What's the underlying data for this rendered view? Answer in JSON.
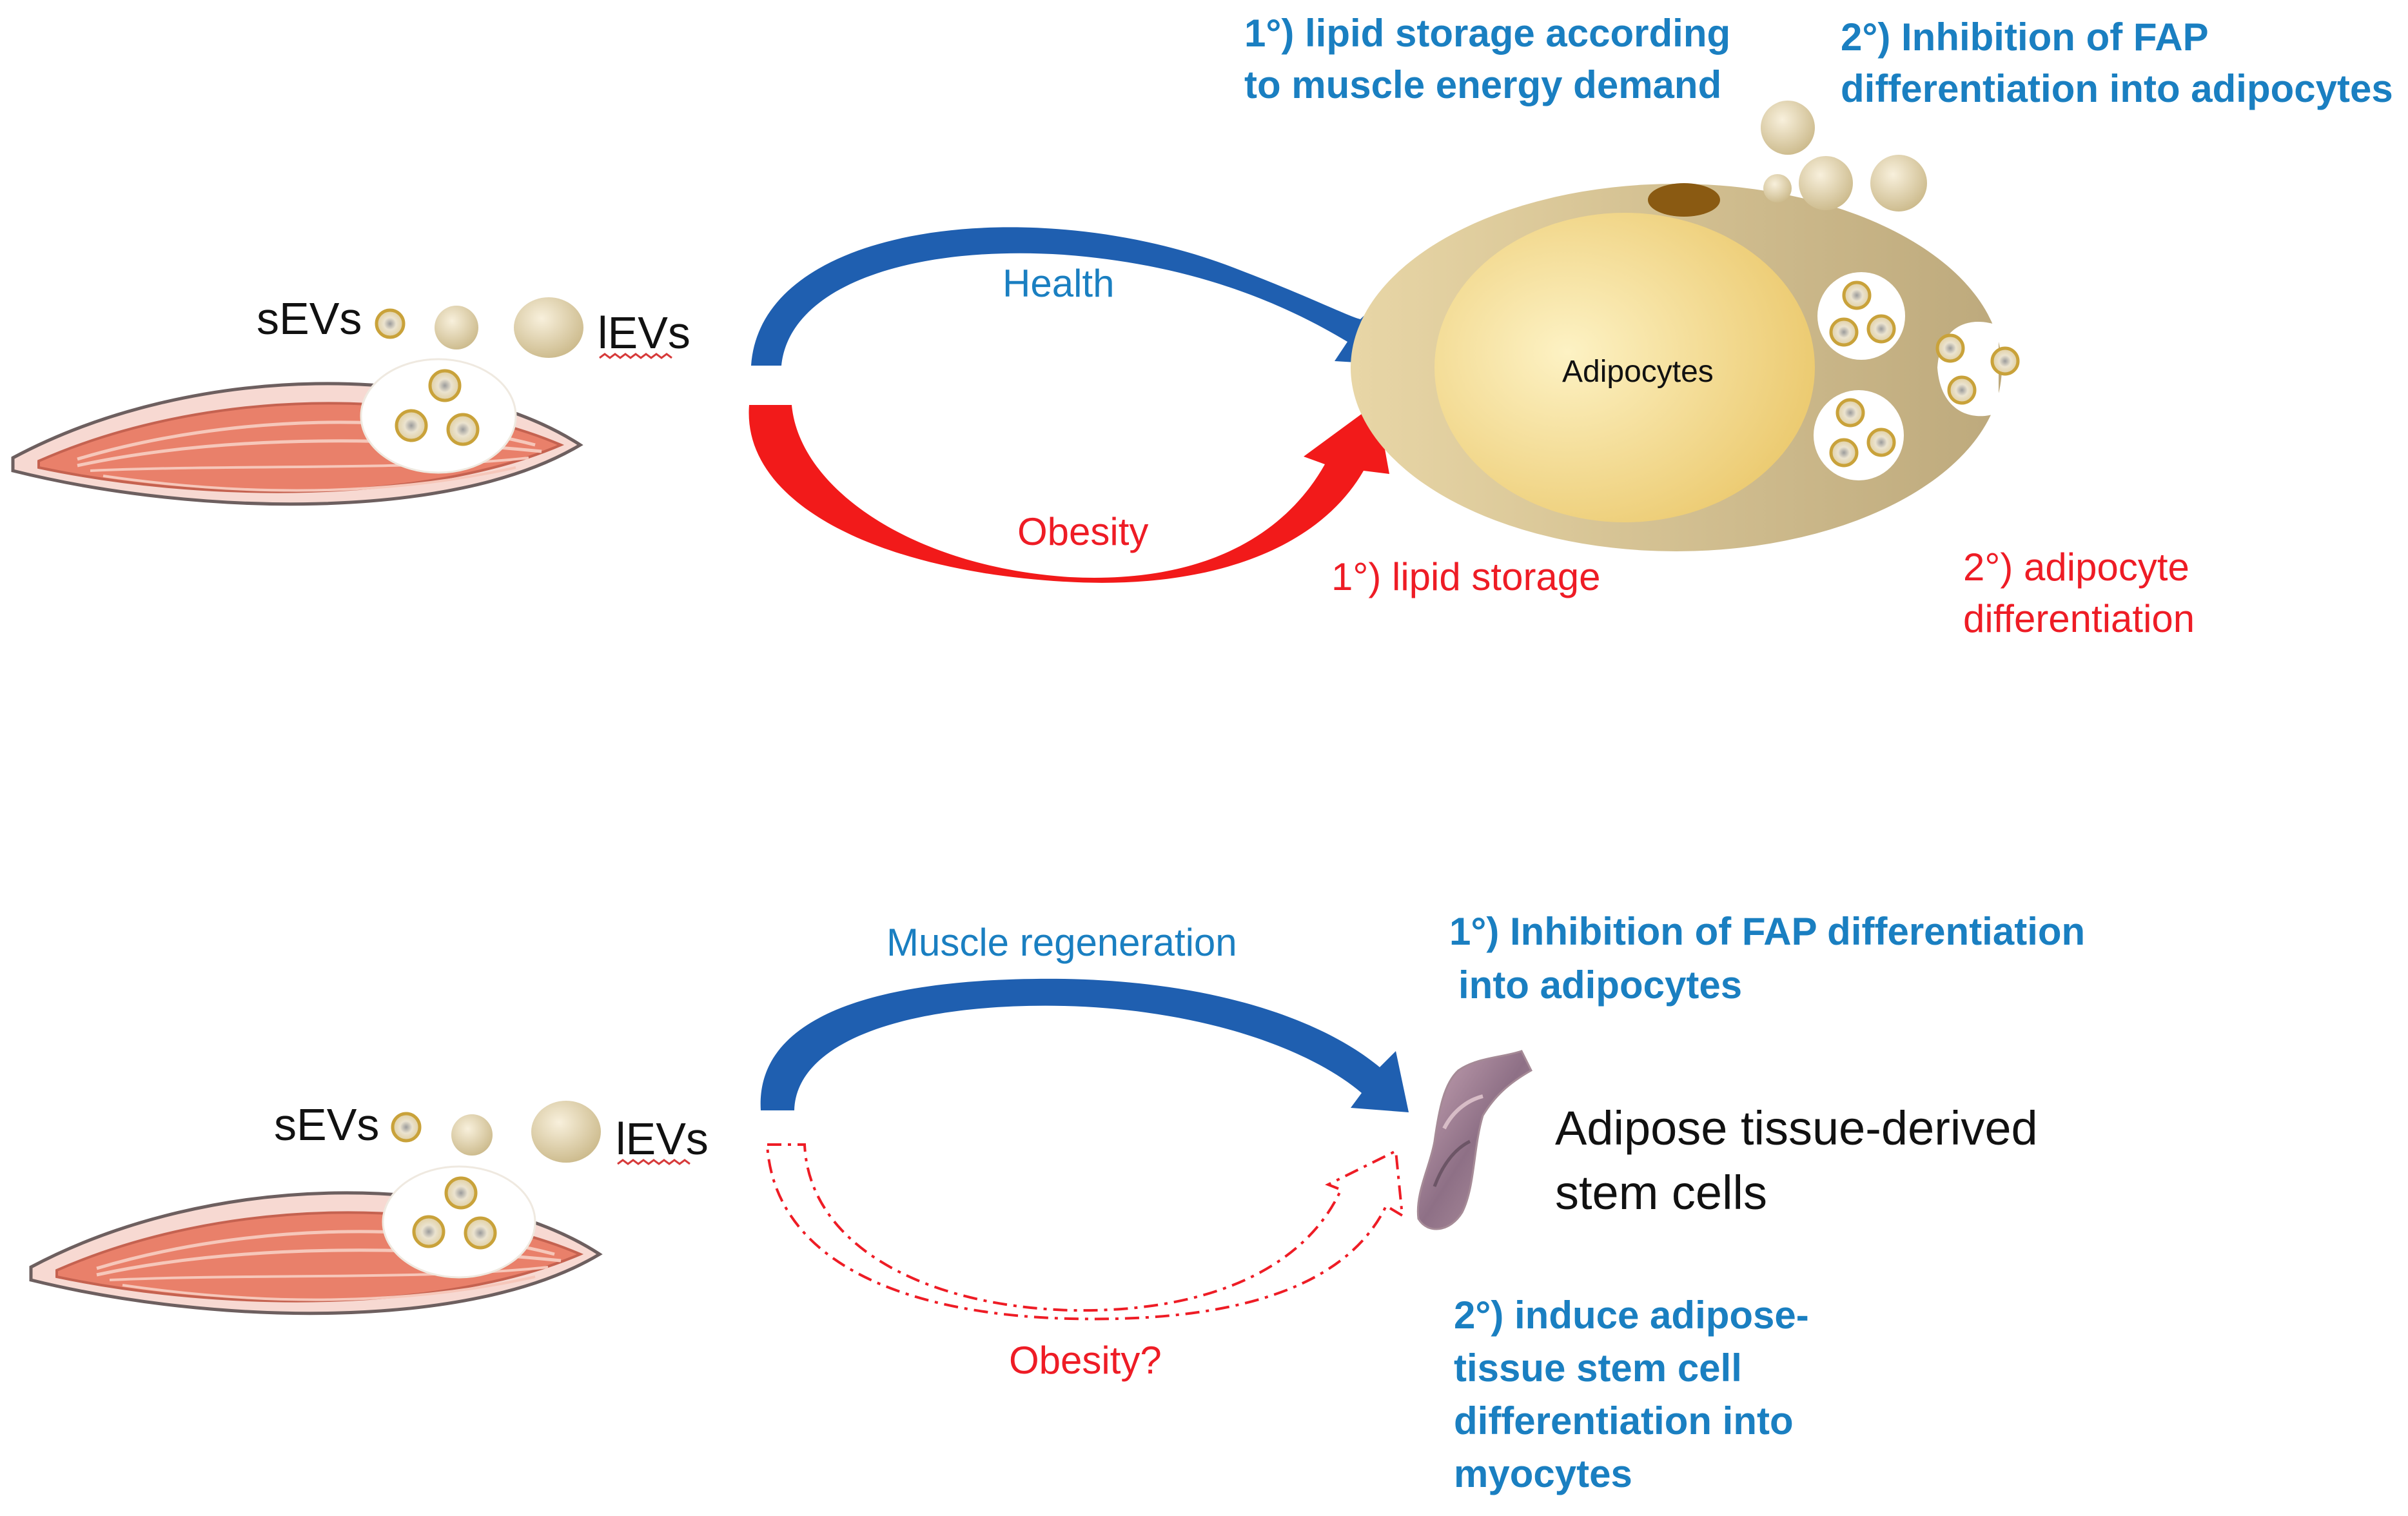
{
  "colors": {
    "blue": "#1a7fc1",
    "red": "#ee1c25",
    "arrow_blue": "#1f5fb0",
    "arrow_red": "#f21a1a",
    "muscle": "#e9806a",
    "vesicle": "#e6d7b0",
    "adipocyte": "#f5dc8e"
  },
  "top": {
    "sevs_label": "sEVs",
    "levs_label": "lEVs",
    "health_label": "Health",
    "obesity_label": "Obesity",
    "adipocytes_label": "Adipocytes",
    "health_effect_1": [
      "1°) lipid storage according",
      "to muscle energy demand"
    ],
    "health_effect_2": [
      "2°) Inhibition of  FAP",
      "differentiation into adipocytes"
    ],
    "obesity_effect_1": "1°) lipid storage",
    "obesity_effect_2": [
      "2°) adipocyte",
      "differentiation"
    ]
  },
  "bottom": {
    "sevs_label": "sEVs",
    "levs_label": "lEVs",
    "regeneration_label": "Muscle regeneration",
    "obesity_label": "Obesity?",
    "stem_cells_label": [
      "Adipose tissue-derived",
      "stem cells"
    ],
    "effect_1": [
      "1°) Inhibition of  FAP differentiation",
      "into adipocytes"
    ],
    "effect_2": [
      "2°) induce adipose-",
      "tissue stem cell",
      "differentiation into",
      "myocytes"
    ]
  }
}
